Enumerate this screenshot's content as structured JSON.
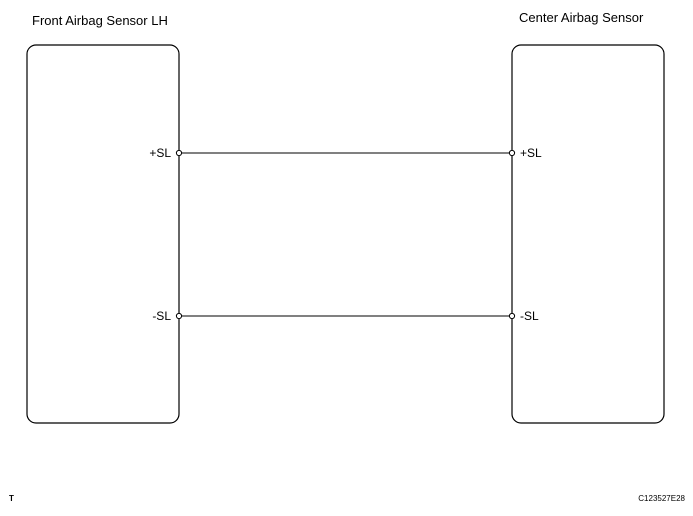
{
  "left_component": {
    "title": "Front Airbag Sensor LH",
    "pins": [
      "+SL",
      "-SL"
    ]
  },
  "right_component": {
    "title": "Center Airbag Sensor",
    "pins": [
      "+SL",
      "-SL"
    ]
  },
  "corner_mark": "T",
  "figure_code": "C123527E28"
}
